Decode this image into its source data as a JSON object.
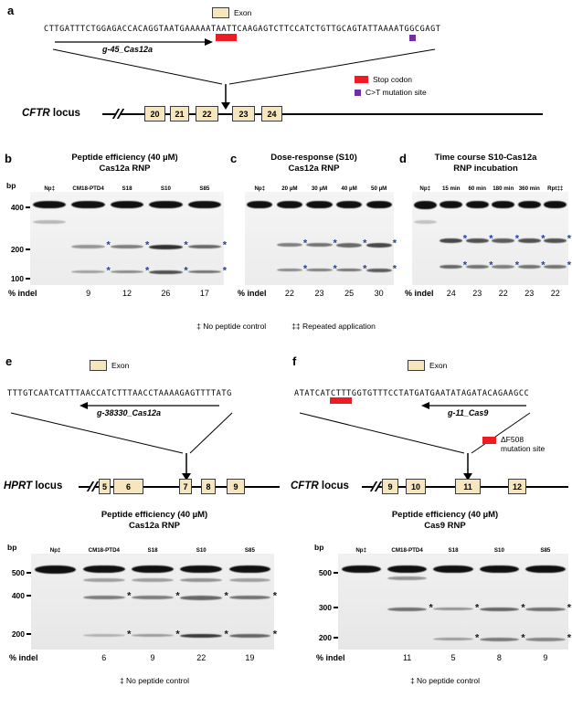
{
  "symbols": {
    "asterisk": "*"
  },
  "panel_a": {
    "label": "a",
    "exon_legend": "Exon",
    "sequence": "CTTGATTTCTGGAGACCACAGGTAATGAAAAATAATTCAAGAGTCTTCCATCTGTTGCAGTATTAAAATGGCGAGT",
    "guide": "g-45_Cas12a",
    "stop_legend": "Stop codon",
    "mut_legend": "C>T mutation site",
    "locus_italic": "CFTR",
    "locus_word": "locus",
    "exons": [
      "20",
      "21",
      "22",
      "23",
      "24"
    ]
  },
  "panel_b": {
    "label": "b",
    "title1": "Peptide efficiency (40 µM)",
    "title2": "Cas12a RNP"
  },
  "panel_c": {
    "label": "c",
    "title1": "Dose-response (S10)",
    "title2": "Cas12a RNP"
  },
  "panel_d": {
    "label": "d",
    "title1": "Time course S10-Cas12a",
    "title2": "RNP incubation"
  },
  "footnotes": {
    "bcd_1": "‡ No peptide control",
    "bcd_2": "‡‡ Repeated application",
    "e": "‡ No peptide control",
    "f": "‡ No peptide control"
  },
  "panel_e": {
    "label": "e",
    "exon_legend": "Exon",
    "sequence": "TTTGTCAATCATTTAACCATCTTTAACCTAAAAGAGTTTTATG",
    "guide": "g-38330_Cas12a",
    "locus_italic": "HPRT",
    "locus_word": "locus",
    "exons": [
      "5",
      "6",
      "7",
      "8",
      "9"
    ],
    "title1": "Peptide efficiency (40 µM)",
    "title2": "Cas12a RNP"
  },
  "panel_f": {
    "label": "f",
    "exon_legend": "Exon",
    "sequence": "ATATCATCTTTGGTGTTTCCTATGATGAATATAGATACAGAAGCC",
    "guide": "g-11_Cas9",
    "mut_legend_1": "ΔF508",
    "mut_legend_2": "mutation site",
    "locus_italic": "CFTR",
    "locus_word": "locus",
    "exons": [
      "9",
      "10",
      "11",
      "12"
    ],
    "title1": "Peptide efficiency (40 µM)",
    "title2": "Cas9 RNP"
  },
  "gels": {
    "b": {
      "bp_header": "bp",
      "indel_label": "% indel",
      "star_color": "#2140b0",
      "bp": [
        {
          "label": "400",
          "f": 0.17
        },
        {
          "label": "200",
          "f": 0.62
        },
        {
          "label": "100",
          "f": 0.93
        }
      ],
      "lanes": [
        {
          "label": "Np‡",
          "indel": "",
          "bands": [
            {
              "f": 0.1,
              "h": 8,
              "o": 1
            },
            {
              "f": 0.3,
              "h": 4,
              "o": 0.25
            }
          ]
        },
        {
          "label": "CM18-PTD4",
          "indel": "9",
          "bands": [
            {
              "f": 0.1,
              "h": 8,
              "o": 1
            },
            {
              "f": 0.57,
              "h": 4,
              "o": 0.4,
              "star": true
            },
            {
              "f": 0.84,
              "h": 3,
              "o": 0.35,
              "star": true
            }
          ]
        },
        {
          "label": "S18",
          "indel": "12",
          "bands": [
            {
              "f": 0.1,
              "h": 8,
              "o": 1
            },
            {
              "f": 0.57,
              "h": 4,
              "o": 0.5,
              "star": true
            },
            {
              "f": 0.84,
              "h": 3,
              "o": 0.45,
              "star": true
            }
          ]
        },
        {
          "label": "S10",
          "indel": "26",
          "bands": [
            {
              "f": 0.1,
              "h": 8,
              "o": 1
            },
            {
              "f": 0.57,
              "h": 5,
              "o": 0.85,
              "star": true
            },
            {
              "f": 0.84,
              "h": 4,
              "o": 0.7,
              "star": true
            }
          ]
        },
        {
          "label": "S85",
          "indel": "17",
          "bands": [
            {
              "f": 0.1,
              "h": 8,
              "o": 1
            },
            {
              "f": 0.57,
              "h": 4,
              "o": 0.6,
              "star": true
            },
            {
              "f": 0.84,
              "h": 3.5,
              "o": 0.55,
              "star": true
            }
          ]
        }
      ]
    },
    "c": {
      "bp_header": "",
      "indel_label": "% indel",
      "star_color": "#2140b0",
      "bp": [],
      "lanes": [
        {
          "label": "Np‡",
          "indel": "",
          "bands": [
            {
              "f": 0.1,
              "h": 8,
              "o": 1
            }
          ]
        },
        {
          "label": "20 µM",
          "indel": "22",
          "bands": [
            {
              "f": 0.1,
              "h": 8,
              "o": 1
            },
            {
              "f": 0.55,
              "h": 4,
              "o": 0.5,
              "star": true
            },
            {
              "f": 0.82,
              "h": 3.5,
              "o": 0.45,
              "star": true
            }
          ]
        },
        {
          "label": "30 µM",
          "indel": "23",
          "bands": [
            {
              "f": 0.1,
              "h": 8,
              "o": 1
            },
            {
              "f": 0.55,
              "h": 4,
              "o": 0.55,
              "star": true
            },
            {
              "f": 0.82,
              "h": 3.5,
              "o": 0.5,
              "star": true
            }
          ]
        },
        {
          "label": "40 µM",
          "indel": "25",
          "bands": [
            {
              "f": 0.1,
              "h": 8,
              "o": 1
            },
            {
              "f": 0.55,
              "h": 4.5,
              "o": 0.6,
              "star": true
            },
            {
              "f": 0.82,
              "h": 3.5,
              "o": 0.55,
              "star": true
            }
          ]
        },
        {
          "label": "50 µM",
          "indel": "30",
          "bands": [
            {
              "f": 0.1,
              "h": 8,
              "o": 1
            },
            {
              "f": 0.55,
              "h": 5,
              "o": 0.75,
              "star": true
            },
            {
              "f": 0.82,
              "h": 4,
              "o": 0.65,
              "star": true
            }
          ]
        }
      ]
    },
    "d": {
      "bp_header": "",
      "indel_label": "% indel",
      "star_color": "#2140b0",
      "bp": [],
      "lanes": [
        {
          "label": "Np‡",
          "indel": "",
          "bands": [
            {
              "f": 0.1,
              "h": 9,
              "o": 1
            },
            {
              "f": 0.3,
              "h": 4,
              "o": 0.2
            }
          ]
        },
        {
          "label": "15 min",
          "indel": "24",
          "bands": [
            {
              "f": 0.1,
              "h": 8,
              "o": 1
            },
            {
              "f": 0.5,
              "h": 5,
              "o": 0.75,
              "star": true
            },
            {
              "f": 0.78,
              "h": 4,
              "o": 0.6,
              "star": true
            }
          ]
        },
        {
          "label": "60 min",
          "indel": "23",
          "bands": [
            {
              "f": 0.1,
              "h": 8,
              "o": 1
            },
            {
              "f": 0.5,
              "h": 5,
              "o": 0.7,
              "star": true
            },
            {
              "f": 0.78,
              "h": 4,
              "o": 0.55,
              "star": true
            }
          ]
        },
        {
          "label": "180 min",
          "indel": "22",
          "bands": [
            {
              "f": 0.1,
              "h": 8,
              "o": 1
            },
            {
              "f": 0.5,
              "h": 5,
              "o": 0.65,
              "star": true
            },
            {
              "f": 0.78,
              "h": 4,
              "o": 0.5,
              "star": true
            }
          ]
        },
        {
          "label": "360 min",
          "indel": "23",
          "bands": [
            {
              "f": 0.1,
              "h": 8,
              "o": 1
            },
            {
              "f": 0.5,
              "h": 5,
              "o": 0.7,
              "star": true
            },
            {
              "f": 0.78,
              "h": 4,
              "o": 0.55,
              "star": true
            }
          ]
        },
        {
          "label": "Rpt‡‡",
          "indel": "22",
          "bands": [
            {
              "f": 0.1,
              "h": 8,
              "o": 1
            },
            {
              "f": 0.5,
              "h": 5,
              "o": 0.7,
              "star": true
            },
            {
              "f": 0.78,
              "h": 4,
              "o": 0.55,
              "star": true
            }
          ]
        }
      ]
    },
    "e": {
      "bp_header": "bp",
      "indel_label": "% indel",
      "star_color": "#1a1a1a",
      "bp": [
        {
          "label": "500",
          "f": 0.2
        },
        {
          "label": "400",
          "f": 0.44
        },
        {
          "label": "200",
          "f": 0.84
        }
      ],
      "lanes": [
        {
          "label": "Np‡",
          "indel": "",
          "bands": [
            {
              "f": 0.12,
              "h": 9,
              "o": 1
            }
          ]
        },
        {
          "label": "CM18-PTD4",
          "indel": "6",
          "bands": [
            {
              "f": 0.12,
              "h": 8,
              "o": 1
            },
            {
              "f": 0.26,
              "h": 4,
              "o": 0.35
            },
            {
              "f": 0.44,
              "h": 4,
              "o": 0.5,
              "star": true
            },
            {
              "f": 0.84,
              "h": 3,
              "o": 0.25,
              "star": true
            }
          ]
        },
        {
          "label": "S18",
          "indel": "9",
          "bands": [
            {
              "f": 0.12,
              "h": 8,
              "o": 1
            },
            {
              "f": 0.26,
              "h": 4,
              "o": 0.35
            },
            {
              "f": 0.44,
              "h": 4,
              "o": 0.5,
              "star": true
            },
            {
              "f": 0.84,
              "h": 3,
              "o": 0.35,
              "star": true
            }
          ]
        },
        {
          "label": "S10",
          "indel": "22",
          "bands": [
            {
              "f": 0.12,
              "h": 8,
              "o": 1
            },
            {
              "f": 0.26,
              "h": 4,
              "o": 0.4
            },
            {
              "f": 0.44,
              "h": 4.5,
              "o": 0.6,
              "star": true
            },
            {
              "f": 0.84,
              "h": 4,
              "o": 0.8,
              "star": true
            }
          ]
        },
        {
          "label": "S85",
          "indel": "19",
          "bands": [
            {
              "f": 0.12,
              "h": 8,
              "o": 1
            },
            {
              "f": 0.26,
              "h": 4,
              "o": 0.35
            },
            {
              "f": 0.44,
              "h": 4,
              "o": 0.55,
              "star": true
            },
            {
              "f": 0.84,
              "h": 4,
              "o": 0.6,
              "star": true
            }
          ]
        }
      ]
    },
    "f": {
      "bp_header": "bp",
      "indel_label": "% indel",
      "star_color": "#1a1a1a",
      "bp": [
        {
          "label": "500",
          "f": 0.2
        },
        {
          "label": "300",
          "f": 0.56
        },
        {
          "label": "200",
          "f": 0.88
        }
      ],
      "lanes": [
        {
          "label": "Np‡",
          "indel": "",
          "bands": [
            {
              "f": 0.12,
              "h": 8,
              "o": 1
            }
          ]
        },
        {
          "label": "CM18-PTD4",
          "indel": "11",
          "bands": [
            {
              "f": 0.12,
              "h": 8,
              "o": 1
            },
            {
              "f": 0.24,
              "h": 4,
              "o": 0.4
            },
            {
              "f": 0.56,
              "h": 4,
              "o": 0.55,
              "star": true
            }
          ]
        },
        {
          "label": "S18",
          "indel": "5",
          "bands": [
            {
              "f": 0.12,
              "h": 8,
              "o": 1
            },
            {
              "f": 0.56,
              "h": 3.5,
              "o": 0.4,
              "star": true
            },
            {
              "f": 0.88,
              "h": 3,
              "o": 0.35,
              "star": true
            }
          ]
        },
        {
          "label": "S10",
          "indel": "8",
          "bands": [
            {
              "f": 0.12,
              "h": 8,
              "o": 1
            },
            {
              "f": 0.56,
              "h": 4,
              "o": 0.6,
              "star": true
            },
            {
              "f": 0.88,
              "h": 3.5,
              "o": 0.5,
              "star": true
            }
          ]
        },
        {
          "label": "S85",
          "indel": "9",
          "bands": [
            {
              "f": 0.12,
              "h": 8,
              "o": 1
            },
            {
              "f": 0.56,
              "h": 4,
              "o": 0.55,
              "star": true
            },
            {
              "f": 0.88,
              "h": 3.5,
              "o": 0.45,
              "star": true
            }
          ]
        }
      ]
    }
  }
}
